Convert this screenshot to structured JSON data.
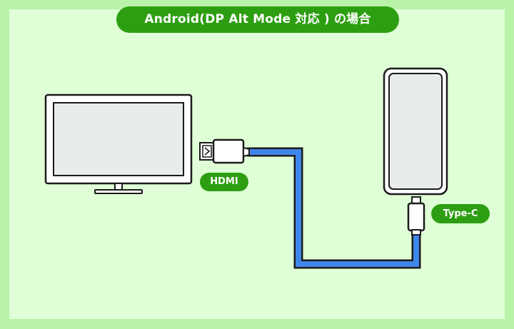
{
  "title": "Android(DP Alt Mode 対応 ) の場合",
  "labels": {
    "hdmi": "HDMI",
    "typec": "Type-C"
  },
  "colors": {
    "outer_border": "#b9f2a9",
    "panel_background": "#dfffd6",
    "pill_green": "#2d9e12",
    "cable_blue": "#3f86ea",
    "screen_gray": "#e8ecea",
    "outline": "#1b1b1b"
  },
  "icons": [
    "television-icon",
    "hdmi-connector-icon",
    "cable-icon",
    "usb-typec-connector-icon",
    "smartphone-icon"
  ]
}
